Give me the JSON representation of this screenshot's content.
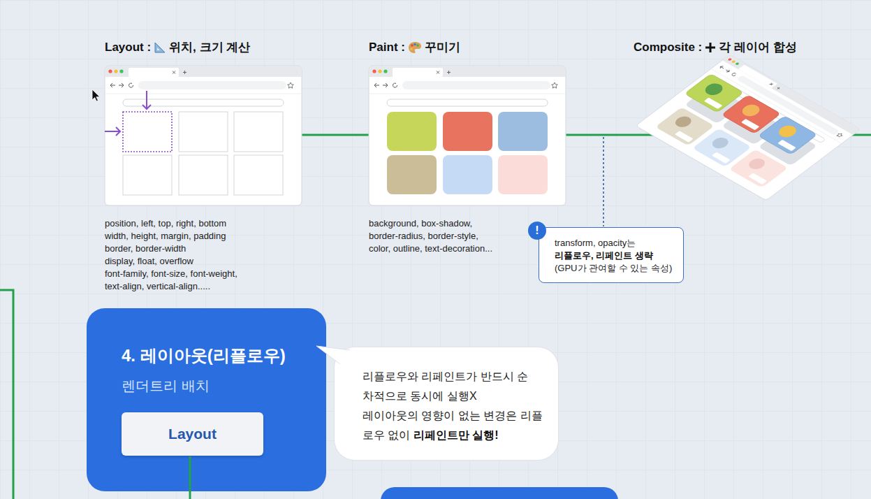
{
  "diagram": {
    "nodes": [
      {
        "text": [
          "transform, opacity는",
          "리플로우, 리페인트 생략",
          "(GPU가 관여할 수 있는 속성)"
        ]
      },
      {
        "text": [
          "4. 레이아웃(리플로우)",
          "렌더트리 배치"
        ]
      },
      {
        "text": [
          "Layout"
        ],
        "in": 1
      },
      {
        "text": [
          "리플로우와 리페인트가 반드시 순차적으로 동시에 실행X",
          "레이아웃의 영향이 없는 변경은 리플로우 없이",
          "리페인트만 실행!"
        ]
      }
    ],
    "labels": [
      "Layout :",
      "위치, 크기 계산",
      "Paint :",
      "꾸미기",
      "Composite :",
      "각 레이어 합성",
      "position, left, top, right, bottom",
      "width, height, margin, padding",
      "border, border-width",
      "display, float, overflow",
      "font-family, font-size, font-weight,",
      "text-align, vertical-align.....",
      "background, box-shadow,",
      "border-radius, border-style,",
      "color, outline, text-decoration...",
      "!"
    ]
  }
}
